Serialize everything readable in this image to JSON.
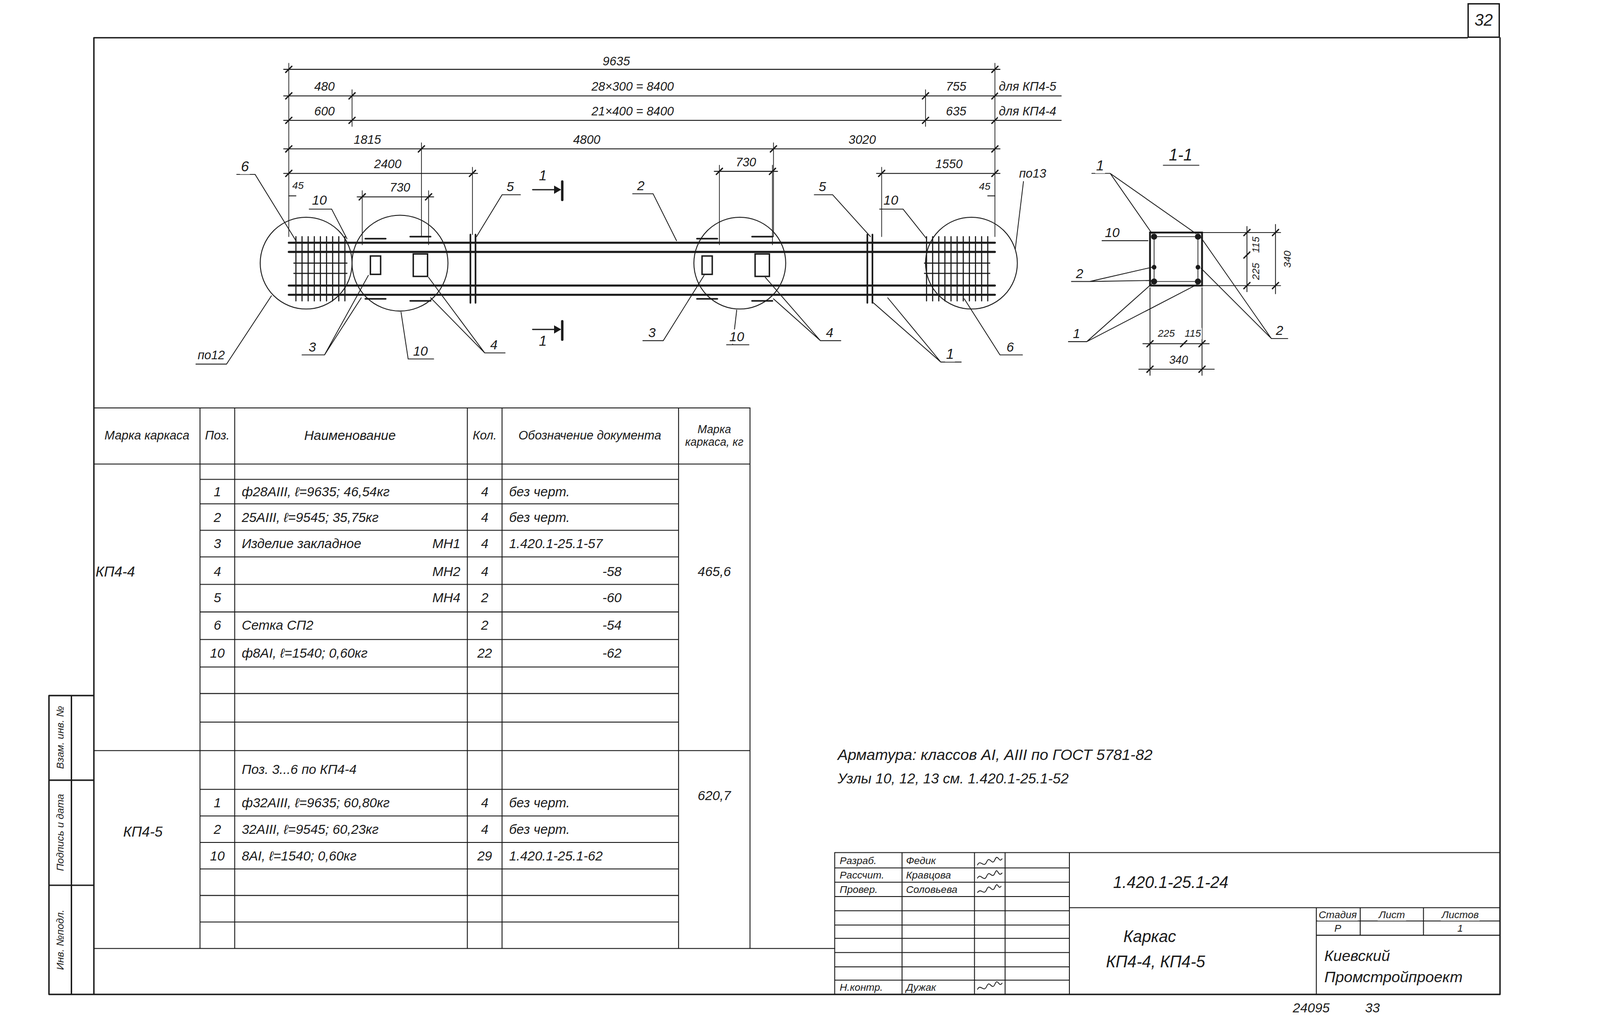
{
  "diagram": {
    "nodes": [
      {
        "text": [
          "32"
        ]
      }
    ],
    "labels": [
      "9635",
      "480",
      "28×300 = 8400",
      "755",
      "для КП4-5",
      "600",
      "21×400 = 8400",
      "635",
      "для КП4-4",
      "1815",
      "4800",
      "3020",
      "2400",
      "730",
      "730",
      "1550",
      "45",
      "45",
      "6",
      "10",
      "5",
      "1",
      "2",
      "5",
      "10",
      "по13",
      "по12",
      "3",
      "10",
      "4",
      "1",
      "3",
      "10",
      "4",
      "1",
      "6",
      "1",
      "1-1",
      "10",
      "2",
      "1",
      "2",
      "115",
      "225",
      "340",
      "225",
      "115",
      "340",
      "Марка каркаса",
      "Поз.",
      "Наименование",
      "Кол.",
      "Обозначение документа",
      "Марка каркаса, кг",
      "1",
      "ф28АIII, ℓ=9635; 46,54кг",
      "4",
      "без черт.",
      "2",
      "25АIII, ℓ=9545; 35,75кг",
      "4",
      "без черт.",
      "3",
      "Изделие закладное",
      "МН1",
      "4",
      "1.420.1-25.1-57",
      "4",
      "МН2",
      "4",
      "-58",
      "5",
      "МН4",
      "2",
      "-60",
      "6",
      "Сетка СП2",
      "2",
      "-54",
      "10",
      "ф8АI, ℓ=1540; 0,60кг",
      "22",
      "-62",
      "КП4-4",
      "465,6",
      "Поз. 3...6 по КП4-4",
      "1",
      "ф32АIII, ℓ=9635; 60,80кг",
      "4",
      "без черт.",
      "2",
      "32АIII, ℓ=9545; 60,23кг",
      "4",
      "без черт.",
      "10",
      "8АI, ℓ=1540; 0,60кг",
      "29",
      "1.420.1-25.1-62",
      "КП4-5",
      "620,7",
      "Арматура: классов АI, АIII по ГОСТ 5781-82",
      "Узлы 10, 12, 13 см. 1.420.1-25.1-52",
      "Разраб.",
      "Федик",
      "Рассчит.",
      "Кравцова",
      "Провер.",
      "Соловьева",
      "Н.контр.",
      "Дужак",
      "1.420.1-25.1-24",
      "Каркас",
      "КП4-4, КП4-5",
      "Стадия",
      "Лист",
      "Листов",
      "Р",
      "1",
      "Киевский",
      "Промстройпроект",
      "24095",
      "33",
      "Взам. инв. №",
      "Подпись и дата",
      "Инв. №подл."
    ]
  }
}
